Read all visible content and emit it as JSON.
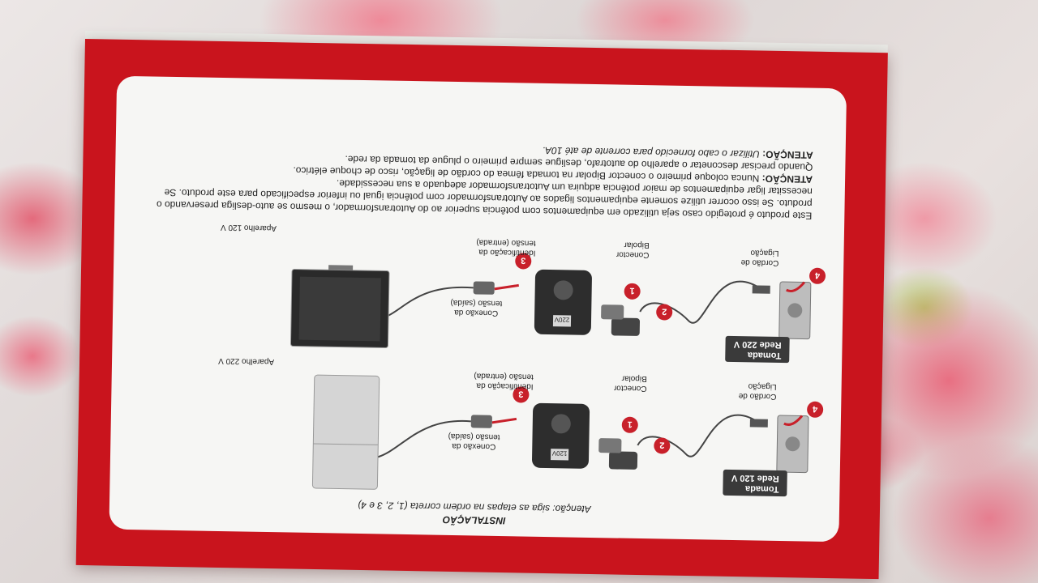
{
  "header": {
    "title": "INSTALAÇÃO",
    "subtitle": "Atenção: siga as etapas na ordem correta (1, 2, 3 e 4)"
  },
  "diagrams": [
    {
      "outlet_tag": [
        "Tomada",
        "Rede 120 V"
      ],
      "device_label": "Aparelho 220 V",
      "voltage_window": "120V",
      "id_label": [
        "Identificação da",
        "tensão (entrada)"
      ],
      "output_label": [
        "Conexão da",
        "tensão (saída)"
      ],
      "bipolar_label": [
        "Conector",
        "Bipolar"
      ],
      "cord_label": [
        "Cordão de",
        "Ligação"
      ],
      "steps": [
        "1",
        "2",
        "3",
        "4"
      ]
    },
    {
      "outlet_tag": [
        "Tomada",
        "Rede 220 V"
      ],
      "device_label": "Aparelho 120 V",
      "voltage_window": "220V",
      "id_label": [
        "Identificação da",
        "tensão (entrada)"
      ],
      "output_label": [
        "Conexão da",
        "tensão (saída)"
      ],
      "bipolar_label": [
        "Conector",
        "Bipolar"
      ],
      "cord_label": [
        "Cordão de",
        "Ligação"
      ],
      "steps": [
        "1",
        "2",
        "3",
        "4"
      ]
    }
  ],
  "paragraphs": {
    "p1": "Este produto é protegido caso seja utilizado em equipamentos com potência superior ao do Autotransformador, o mesmo se auto-desliga preservando o produto. Se isso ocorrer utilize somente equipamentos ligados ao Autotransformador com potência igual ou inferior especificado para este produto. Se necessitar ligar equipamentos de maior potência adquira um Autotransformador adequado a sua necessidade.",
    "p2_label": "ATENÇÃO:",
    "p2": "Nunca coloque primeiro o conector Bipolar na tomada fêmea do cordão de ligação, risco de choque elétrico.",
    "p3": "Quando precisar desconetar o aparelho do autotrafo, desligue sempre primeiro o plugue da tomada da rede.",
    "p4_label": "ATENÇÃO:",
    "p4": "Utilizar o cabo fornecido para corrente de até 10A."
  },
  "colors": {
    "box_red": "#c9141d",
    "panel": "#f6f6f4",
    "step_red": "#c8202a"
  }
}
